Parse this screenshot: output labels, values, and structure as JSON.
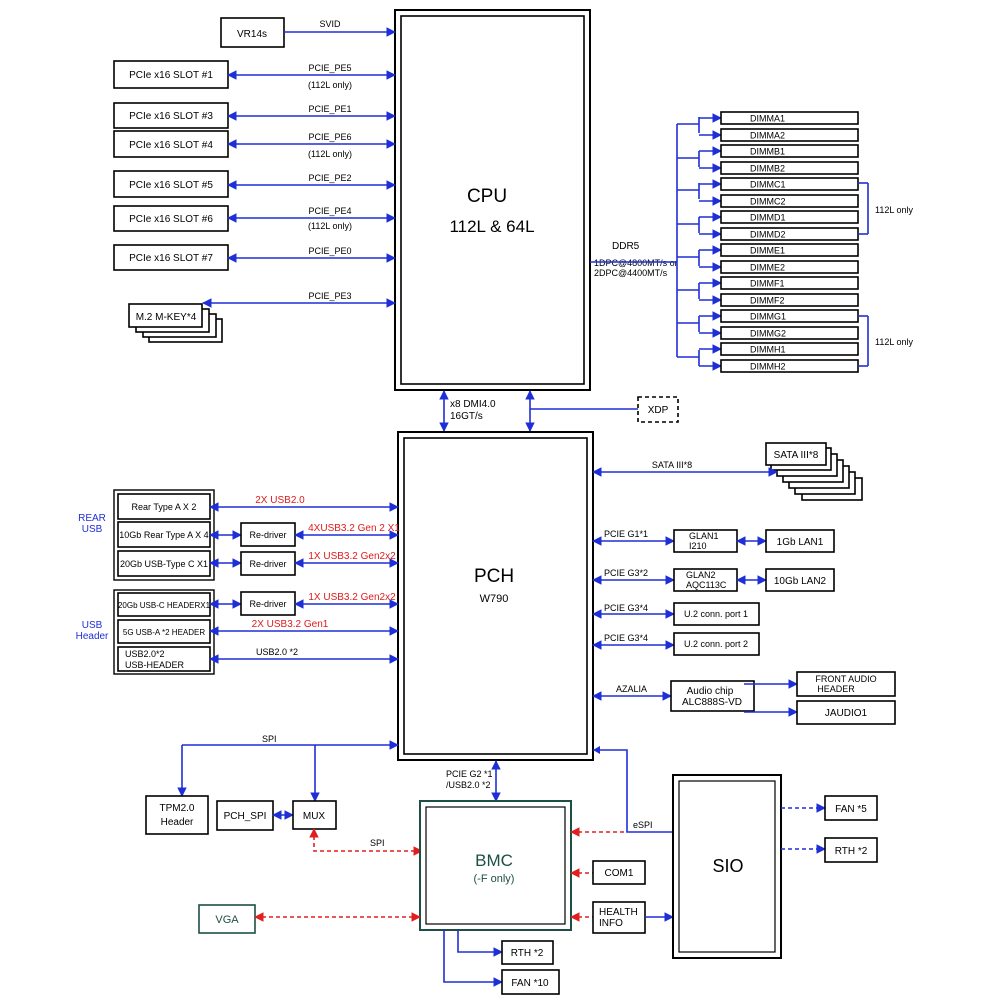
{
  "cpu": {
    "title": "CPU",
    "subtitle": "112L & 64L"
  },
  "pch": {
    "title": "PCH",
    "subtitle": "W790"
  },
  "bmc": {
    "title": "BMC",
    "subtitle": "(-F only)"
  },
  "sio": {
    "title": "SIO"
  },
  "vr": {
    "label": "VR14s",
    "link": "SVID"
  },
  "pcie_slots": [
    {
      "slot": "PCIe x16 SLOT #1",
      "bus": "PCIE_PE5",
      "note": "(112L only)"
    },
    {
      "slot": "PCIe x16 SLOT #3",
      "bus": "PCIE_PE1",
      "note": ""
    },
    {
      "slot": "PCIe x16 SLOT #4",
      "bus": "PCIE_PE6",
      "note": "(112L only)"
    },
    {
      "slot": "PCIe x16 SLOT #5",
      "bus": "PCIE_PE2",
      "note": ""
    },
    {
      "slot": "PCIe x16 SLOT #6",
      "bus": "PCIE_PE4",
      "note": "(112L only)"
    },
    {
      "slot": "PCIe x16 SLOT #7",
      "bus": "PCIE_PE0",
      "note": ""
    }
  ],
  "m2": {
    "label": "M.2 M-KEY*4",
    "bus": "PCIE_PE3"
  },
  "memory": {
    "ddr": "DDR5",
    "speed1": "1DPC@4800MT/s or",
    "speed2": "2DPC@4400MT/s",
    "note_top": "112L only",
    "note_bottom": "112L only",
    "dimms": [
      "DIMMA1",
      "DIMMA2",
      "DIMMB1",
      "DIMMB2",
      "DIMMC1",
      "DIMMC2",
      "DIMMD1",
      "DIMMD2",
      "DIMME1",
      "DIMME2",
      "DIMMF1",
      "DIMMF2",
      "DIMMG1",
      "DIMMG2",
      "DIMMH1",
      "DIMMH2"
    ]
  },
  "dmi": {
    "line1": "x8 DMI4.0",
    "line2": "16GT/s"
  },
  "xdp": "XDP",
  "sata": {
    "label": "SATA III*8",
    "bus": "SATA III*8"
  },
  "rear_usb": {
    "title1": "REAR",
    "title2": "USB",
    "rows": [
      {
        "label": "Rear Type A X 2",
        "redriver": "",
        "link": "2X USB2.0"
      },
      {
        "label": "10Gb Rear Type A X 4",
        "redriver": "Re-driver",
        "link": "4XUSB3.2 Gen 2 X1"
      },
      {
        "label": "20Gb USB-Type C X1",
        "redriver": "Re-driver",
        "link": "1X USB3.2 Gen2x2"
      }
    ]
  },
  "usb_header": {
    "title1": "USB",
    "title2": "Header",
    "rows": [
      {
        "label": "20Gb USB-C HEADERX1",
        "redriver": "Re-driver",
        "link": "1X USB3.2 Gen2x2"
      },
      {
        "label": "5G USB-A *2 HEADER",
        "link": "2X USB3.2 Gen1"
      },
      {
        "label1": "USB2.0*2",
        "label2": "USB-HEADER",
        "link": "USB2.0 *2"
      }
    ]
  },
  "lan": [
    {
      "bus": "PCIE G1*1",
      "chip1": "GLAN1",
      "chip2": "I210",
      "port": "1Gb LAN1"
    },
    {
      "bus": "PCIE G3*2",
      "chip1": "GLAN2",
      "chip2": "AQC113C",
      "port": "10Gb LAN2"
    }
  ],
  "u2": [
    {
      "bus": "PCIE G3*4",
      "label": "U.2 conn. port 1"
    },
    {
      "bus": "PCIE G3*4",
      "label": "U.2 conn. port 2"
    }
  ],
  "audio": {
    "bus": "AZALIA",
    "chip1": "Audio chip",
    "chip2": "ALC888S-VD",
    "front1": "FRONT AUDIO",
    "front2": "HEADER",
    "jaudio": "JAUDIO1"
  },
  "spi": {
    "label": "SPI",
    "tpm1": "TPM2.0",
    "tpm2": "Header",
    "pch_spi": "PCH_SPI",
    "mux": "MUX",
    "bmc_spi": "SPI"
  },
  "pch_bmc": {
    "line1": "PCIE G2 *1",
    "line2": "/USB2.0 *2"
  },
  "espi": "eSPI",
  "com1": "COM1",
  "health1": "HEALTH",
  "health2": "INFO",
  "vga": "VGA",
  "bmc_rth": "RTH *2",
  "bmc_fan": "FAN *10",
  "sio_fan": "FAN *5",
  "sio_rth": "RTH *2",
  "colors": {
    "link": "#1f2fd6",
    "bmc_link": "#e02020",
    "bmc_border": "#1d4f45",
    "vga_border": "#1d4f45"
  }
}
